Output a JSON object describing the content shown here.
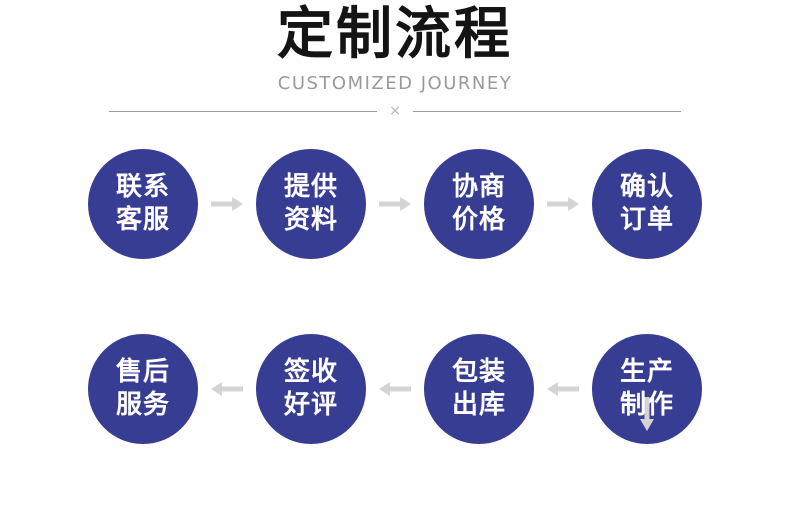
{
  "header": {
    "title": "定制流程",
    "subtitle": "CUSTOMIZED JOURNEY",
    "divider_symbol": "×"
  },
  "flow": {
    "row1": [
      {
        "line1": "联系",
        "line2": "客服"
      },
      {
        "line1": "提供",
        "line2": "资料"
      },
      {
        "line1": "协商",
        "line2": "价格"
      },
      {
        "line1": "确认",
        "line2": "订单"
      }
    ],
    "row2": [
      {
        "line1": "售后",
        "line2": "服务"
      },
      {
        "line1": "签收",
        "line2": "好评"
      },
      {
        "line1": "包装",
        "line2": "出库"
      },
      {
        "line1": "生产",
        "line2": "制作"
      }
    ],
    "icons": {
      "row1_connector": "arrow-right-icon",
      "between_rows_connector": "arrow-down-icon",
      "row2_connector": "arrow-left-icon"
    }
  },
  "colors": {
    "title": "#141414",
    "subtitle": "#9a9a9a",
    "divider": "#9c9c9c",
    "circle-bg": "#383d94",
    "circle-text": "#ffffff",
    "arrow": "#d4d4d4"
  }
}
